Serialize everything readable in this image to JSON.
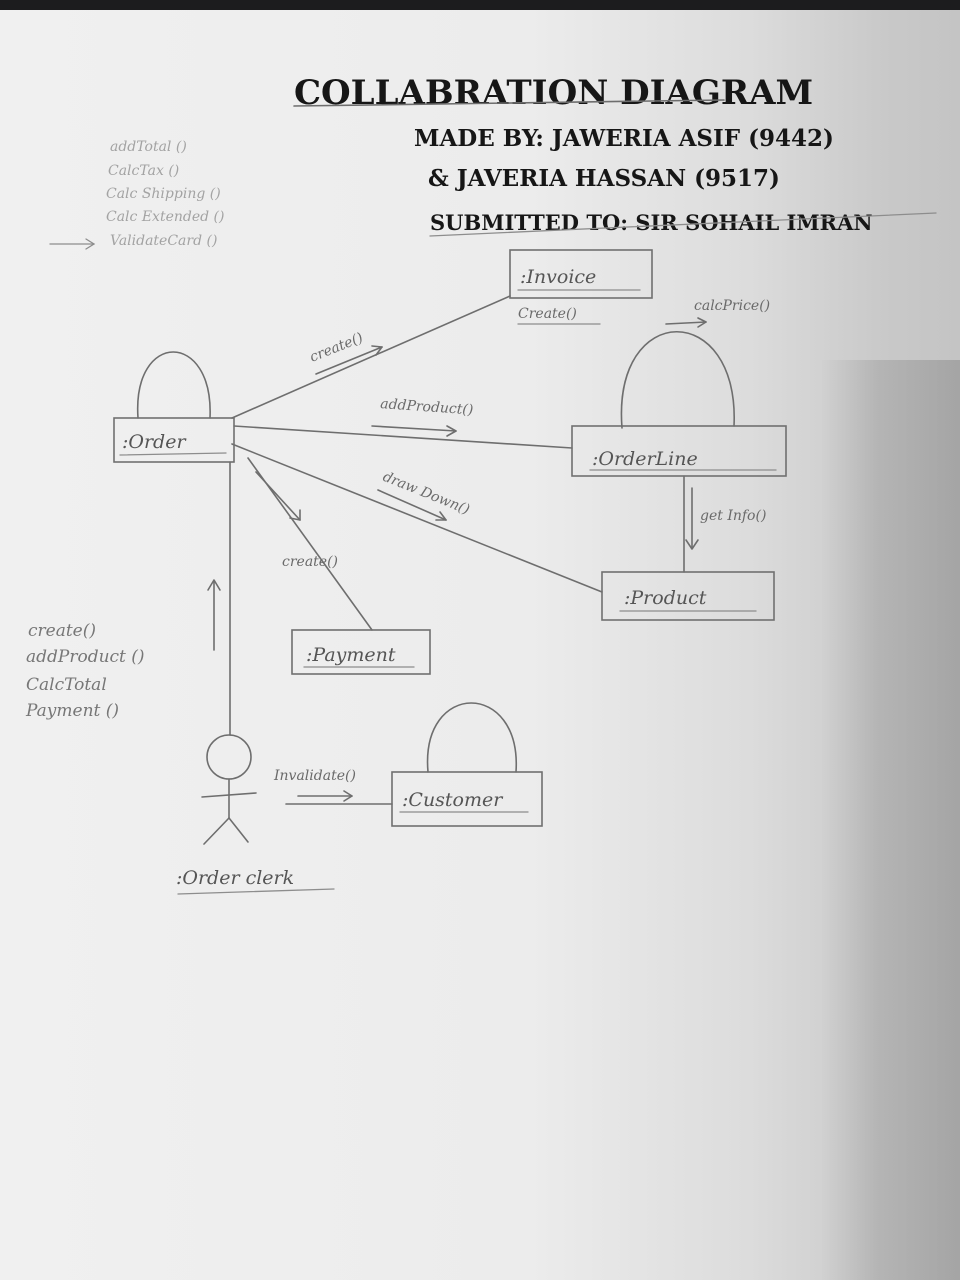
{
  "header": {
    "title": "COLLABRATION DIAGRAM",
    "made_by": "MADE BY: JAWERIA ASIF (9442)",
    "and_line": "& JAVERIA HASSAN (9517)",
    "submitted_to": "SUBMITTED TO: SIR SOHAIL IMRAN"
  },
  "notes": [
    "addTotal ()",
    "CalcTax ()",
    "Calc Shipping ()",
    "Calc Extended ()",
    "ValidateCard ()"
  ],
  "objects": {
    "invoice": ":Invoice",
    "order": ":Order",
    "orderline": ":OrderLine",
    "product": ":Product",
    "payment": ":Payment",
    "customer": ":Customer",
    "clerk": ":Order clerk"
  },
  "messages": {
    "invoice_create": "Create()",
    "order_to_invoice": "create()",
    "calc_price": "calcPrice()",
    "add_product": "addProduct()",
    "draw_down": "draw Down()",
    "get_info": "get Info()",
    "payment_create": "create()",
    "invalidate": "Invalidate()"
  },
  "clerk_messages": [
    "create()",
    "addProduct ()",
    "CalcTotal",
    "Payment ()"
  ]
}
